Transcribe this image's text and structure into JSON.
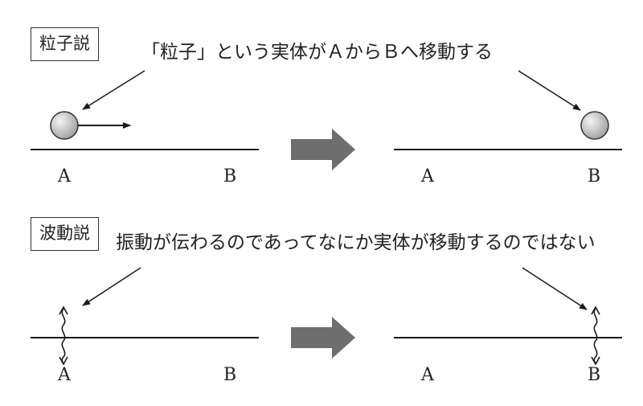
{
  "particle": {
    "label": "粒子説",
    "caption": "「粒子」という実体がＡからＢへ移動する",
    "point_a": "A",
    "point_b": "B"
  },
  "wave": {
    "label": "波動説",
    "caption": "振動が伝わるのであってなにか実体が移動するのではない",
    "point_a": "A",
    "point_b": "B"
  },
  "colors": {
    "line": "#1a1a1a",
    "big_arrow": "#6e6e6e",
    "ball_light": "#f4f4f4",
    "ball_dark": "#9a9a9a"
  },
  "icons": [
    "ball-icon",
    "right-arrow-icon",
    "wavy-double-arrow-icon"
  ]
}
